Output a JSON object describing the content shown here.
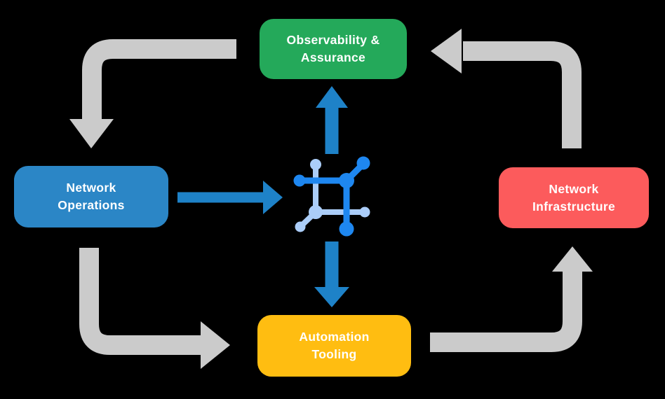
{
  "colors": {
    "background": "#000000",
    "gray_arrow": "#CBCBCB",
    "blue_arrow": "#1E82C8",
    "icon_blue": "#1E87F0",
    "icon_light_blue": "#ABCDF8",
    "label_text": "#FFFFFF"
  },
  "nodes": {
    "observability": {
      "label": "Observability &\nAssurance",
      "color": "#24A95A"
    },
    "operations": {
      "label": "Network\nOperations",
      "color": "#2B86C6"
    },
    "infrastructure": {
      "label": "Network\nInfrastructure",
      "color": "#FC5B5C"
    },
    "automation": {
      "label": "Automation\nTooling",
      "color": "#FFBD11"
    }
  },
  "center_icon": {
    "name": "network-fabric-icon"
  }
}
